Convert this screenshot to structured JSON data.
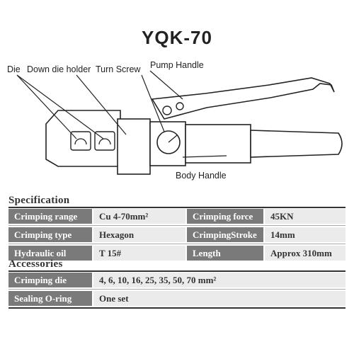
{
  "title": "YQK-70",
  "diagram": {
    "labels": {
      "die": "Die",
      "down_die_holder": "Down die holder",
      "turn_screw": "Turn Screw",
      "pump_handle": "Pump Handle",
      "body_handle": "Body Handle"
    }
  },
  "specification": {
    "heading": "Specification",
    "rows": [
      {
        "k1": "Crimping range",
        "v1": "Cu 4-70mm²",
        "k2": "Crimping force",
        "v2": "45KN"
      },
      {
        "k1": "Crimping type",
        "v1": "Hexagon",
        "k2": "CrimpingStroke",
        "v2": "14mm"
      },
      {
        "k1": "Hydraulic oil",
        "v1": "T 15#",
        "k2": "Length",
        "v2": "Approx 310mm"
      }
    ]
  },
  "accessories": {
    "heading": "Accessories",
    "rows": [
      {
        "k": "Crimping die",
        "v": "4, 6, 10, 16, 25, 35, 50, 70 mm²"
      },
      {
        "k": "Sealing O-ring",
        "v": "One set"
      }
    ]
  },
  "colors": {
    "header_cell": "#7a7a7a",
    "value_cell": "#ebebeb",
    "line": "#333333"
  }
}
